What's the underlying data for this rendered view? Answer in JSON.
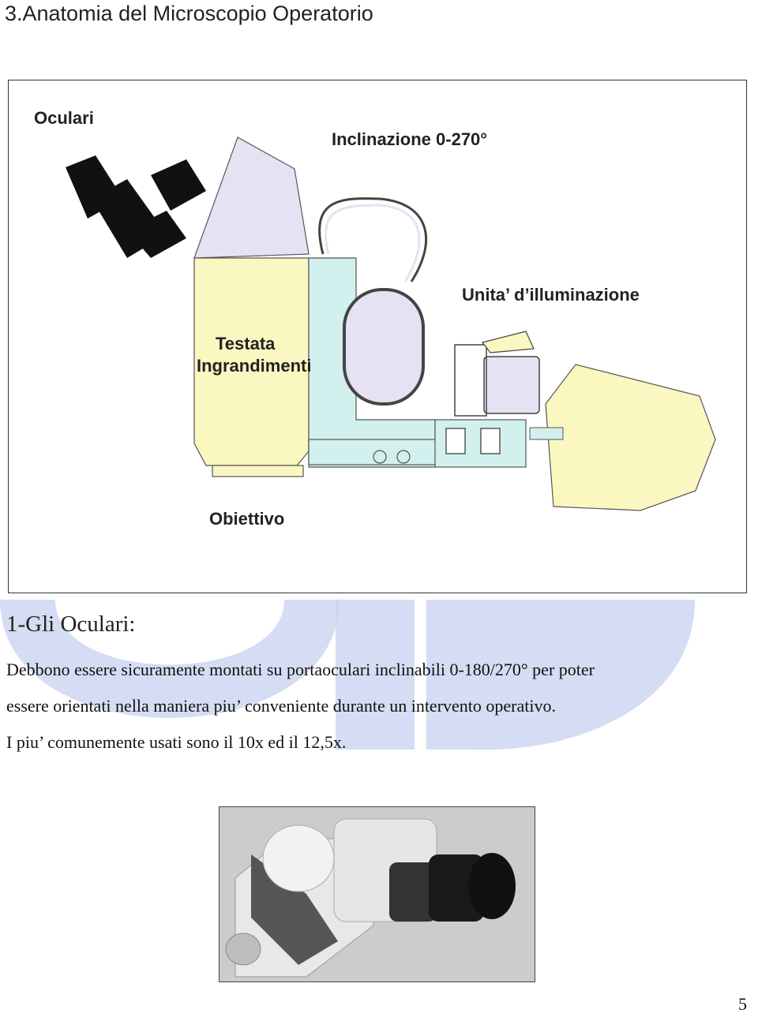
{
  "page": {
    "title": "3.Anatomia del Microscopio Operatorio",
    "page_number": "5"
  },
  "figure": {
    "labels": {
      "oculari": "Oculari",
      "inclinazione": "Inclinazione 0-270°",
      "illuminazione": "Unita’ d’illuminazione",
      "testata_line1": "Testata",
      "testata_line2": "Ingrandimenti",
      "obiettivo": "Obiettivo"
    },
    "colors": {
      "eyepiece": "#111111",
      "head": "#e6e2f4",
      "magnification_body": "#fbf7c0",
      "base_frame": "#d2f0ee",
      "lamp_bulb": "#e6e2f4"
    }
  },
  "section": {
    "heading": "1-Gli Oculari:",
    "paragraph_lines": [
      "Debbono essere sicuramente montati su portaoculari inclinabili 0-180/270° per poter",
      "essere orientati nella maniera piu’ conveniente durante un intervento operativo.",
      "I piu’ comunemente usati sono il 10x ed il 12,5x."
    ]
  },
  "watermark": {
    "color": "#c5d2ef"
  }
}
